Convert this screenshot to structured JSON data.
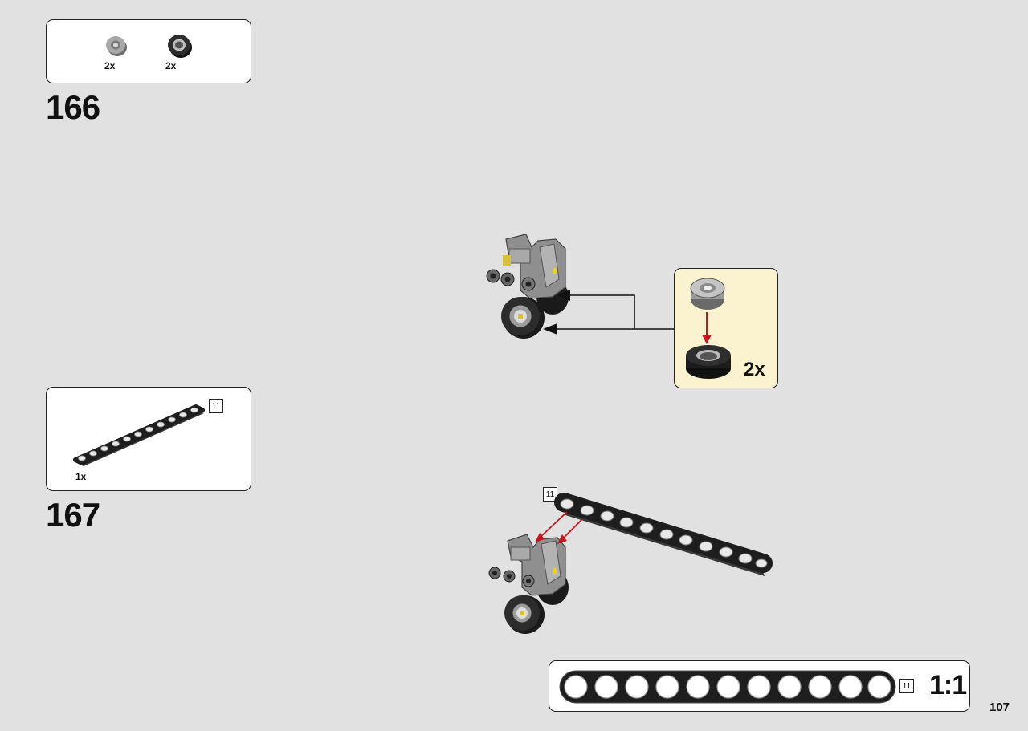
{
  "step166": {
    "number": "166",
    "parts": [
      {
        "icon": "rim-icon",
        "qty": "2x"
      },
      {
        "icon": "tire-icon",
        "qty": "2x"
      }
    ]
  },
  "step167": {
    "number": "167",
    "parts": [
      {
        "icon": "beam-11-icon",
        "qty": "1x",
        "length": "11"
      }
    ]
  },
  "subassembly": {
    "qty": "2x"
  },
  "beam_callout": {
    "length": "11"
  },
  "scale_ruler": {
    "length": "11",
    "scale": "1:1",
    "holes": 11
  },
  "page": {
    "number": "107"
  },
  "colors": {
    "background": "#e1e1e1",
    "callout_bg": "#fbf2d0",
    "arrow_red": "#c4161c",
    "beam_black": "#1e1e1e",
    "part_gray": "#8f8f8f"
  }
}
